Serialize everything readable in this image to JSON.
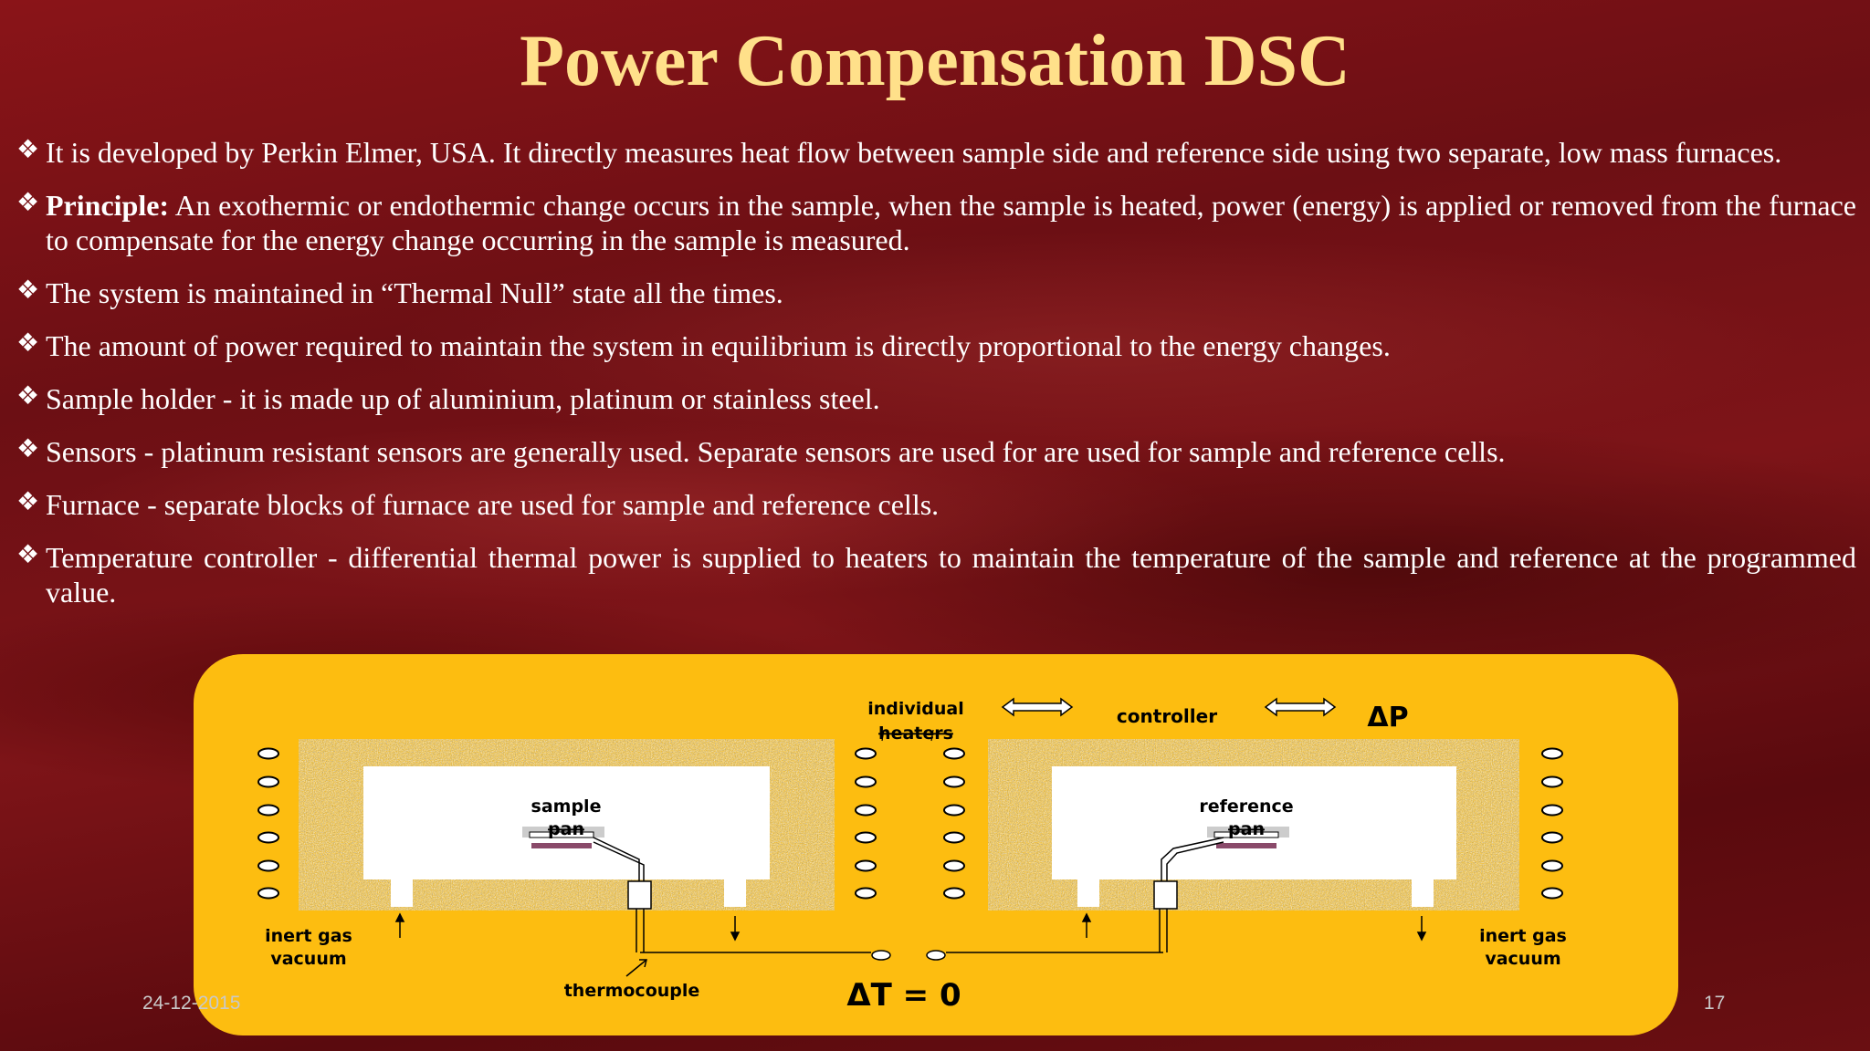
{
  "title": "Power Compensation DSC",
  "bullets": [
    {
      "bold": "",
      "text": "It is developed by Perkin Elmer, USA. It directly measures heat flow between sample side and reference side using two separate, low mass furnaces."
    },
    {
      "bold": "Principle:",
      "text": " An exothermic or endothermic change occurs in the sample, when the sample is heated, power (energy) is applied or removed from the furnace to compensate for the energy change occurring in the sample is measured."
    },
    {
      "bold": "",
      "text": "The system is maintained in “Thermal Null” state all the times."
    },
    {
      "bold": "",
      "text": "The amount of power required to maintain the system in equilibrium is directly proportional to the energy changes."
    },
    {
      "bold": "",
      "text": "Sample holder -  it is made up of aluminium, platinum or stainless steel."
    },
    {
      "bold": "",
      "text": "Sensors -  platinum resistant sensors are generally used. Separate sensors are used for are used for sample and reference cells."
    },
    {
      "bold": "",
      "text": "Furnace - separate blocks of furnace are used for sample and reference cells."
    },
    {
      "bold": "",
      "text": "Temperature controller - differential thermal power is supplied to heaters to maintain the temperature of the sample and reference at the programmed value."
    }
  ],
  "bullet_marker": "❖",
  "diagram": {
    "individual_heaters_line1": "individual",
    "individual_heaters_line2": "heaters",
    "controller": "controller",
    "delta_p": "ΔP",
    "sample_line1": "sample",
    "sample_line2": "pan",
    "reference_line1": "reference",
    "reference_line2": "pan",
    "inert_gas_left_line1": "inert gas",
    "inert_gas_left_line2": "vacuum",
    "inert_gas_right_line1": "inert gas",
    "inert_gas_right_line2": "vacuum",
    "thermocouple": "thermocouple",
    "delta_t": "ΔT = 0"
  },
  "footer": {
    "date": "24-12-2015",
    "page": "17"
  },
  "colors": {
    "title": "#ffe08a",
    "panel": "#fdbd10",
    "background": "#6e0d12"
  }
}
